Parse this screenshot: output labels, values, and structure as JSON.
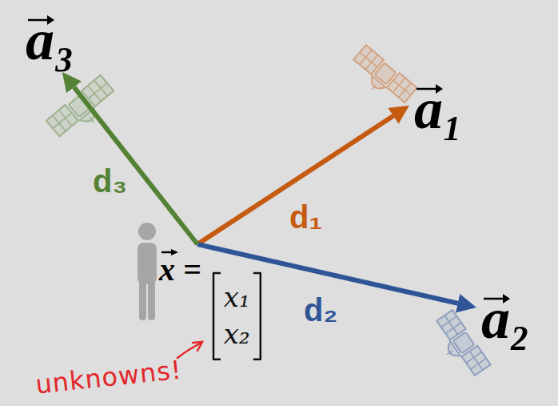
{
  "diagram": {
    "nodes": [
      {
        "text": [
          "a₃"
        ]
      },
      {
        "text": [
          "a₁"
        ]
      },
      {
        "text": [
          "x =",
          "x₁",
          "x₂"
        ]
      },
      {
        "text": [
          "a₂"
        ]
      }
    ],
    "edges": [
      {
        "from": 2,
        "to": 1,
        "arrow": "to",
        "label": "d₁"
      },
      {
        "from": 2,
        "to": 3,
        "arrow": "to",
        "label": "d₂"
      },
      {
        "from": 2,
        "to": 0,
        "arrow": "to",
        "label": "d₃"
      }
    ],
    "labels": [
      "unknowns!"
    ]
  }
}
